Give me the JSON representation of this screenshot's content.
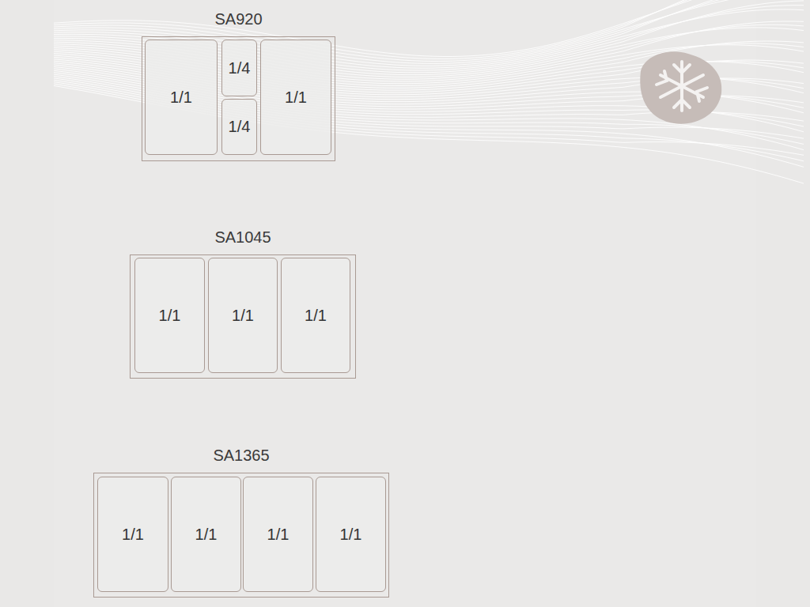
{
  "diagram": {
    "nodes": [
      {
        "text": [
          "SA920"
        ]
      },
      {
        "text": [
          "1/1"
        ],
        "in": 0
      },
      {
        "text": [
          "1/4"
        ],
        "in": 0
      },
      {
        "text": [
          "1/4"
        ],
        "in": 0
      },
      {
        "text": [
          "1/1"
        ],
        "in": 0
      },
      {
        "text": [
          "SA1045"
        ]
      },
      {
        "text": [
          "1/1"
        ],
        "in": 5
      },
      {
        "text": [
          "1/1"
        ],
        "in": 5
      },
      {
        "text": [
          "1/1"
        ],
        "in": 5
      },
      {
        "text": [
          "SA1365"
        ]
      },
      {
        "text": [
          "1/1"
        ],
        "in": 9
      },
      {
        "text": [
          "1/1"
        ],
        "in": 9
      },
      {
        "text": [
          "1/1"
        ],
        "in": 9
      },
      {
        "text": [
          "1/1"
        ],
        "in": 9
      }
    ]
  }
}
